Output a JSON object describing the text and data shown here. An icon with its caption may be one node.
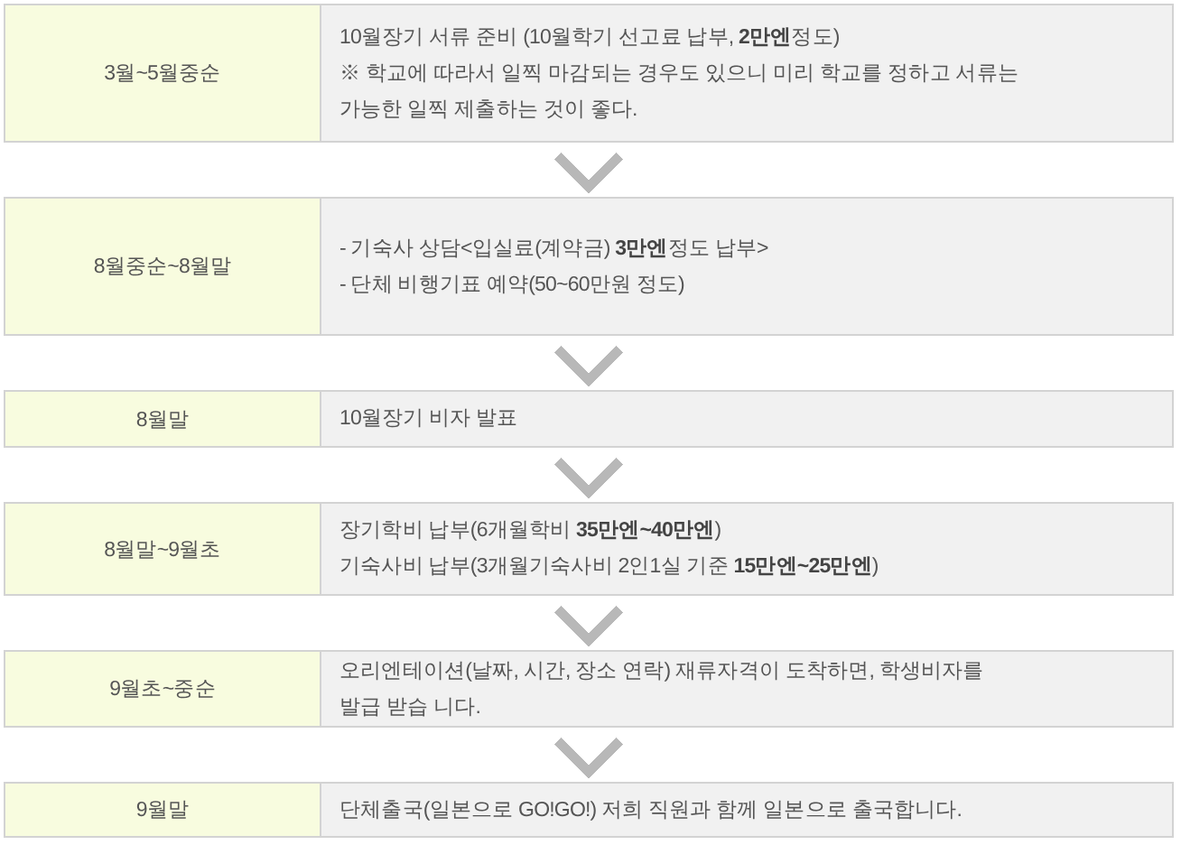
{
  "diagram": {
    "nodes": [
      {
        "text": [
          "3월~5월중순",
          "10월장기 서류 준비 (10월학기 선고료 납부, **2만엔**정도)",
          "※ 학교에 따라서 일찍 마감되는 경우도 있으니 미리 학교를 정하고 서류는 가능한 일찍 제출하는 것이 좋다."
        ]
      },
      {
        "text": [
          "8월중순~8월말",
          "- 기숙사 상담<입실료(계약금) **3만엔**정도 납부>",
          "- 단체 비행기표 예약(50~60만원 정도)"
        ]
      },
      {
        "text": [
          "8월말",
          "10월장기 비자 발표"
        ]
      },
      {
        "text": [
          "8월말~9월초",
          "장기학비 납부(6개월학비 **35만엔~40만엔**)",
          "기숙사비 납부(3개월기숙사비 2인1실 기준 **15만엔~25만엔**)"
        ]
      },
      {
        "text": [
          "9월초~중순",
          "오리엔테이션(날짜, 시간, 장소 연락) 재류자격이 도착하면, 학생비자를 발급 받습 니다."
        ]
      },
      {
        "text": [
          "9월말",
          "단체출국(일본으로 GO!GO!) 저희 직원과 함께 일본으로 출국합니다."
        ]
      }
    ],
    "edges": [
      {
        "from": 0,
        "to": 1,
        "arrow": "to"
      },
      {
        "from": 1,
        "to": 2,
        "arrow": "to"
      },
      {
        "from": 2,
        "to": 3,
        "arrow": "to"
      },
      {
        "from": 3,
        "to": 4,
        "arrow": "to"
      },
      {
        "from": 4,
        "to": 5,
        "arrow": "to"
      }
    ]
  }
}
